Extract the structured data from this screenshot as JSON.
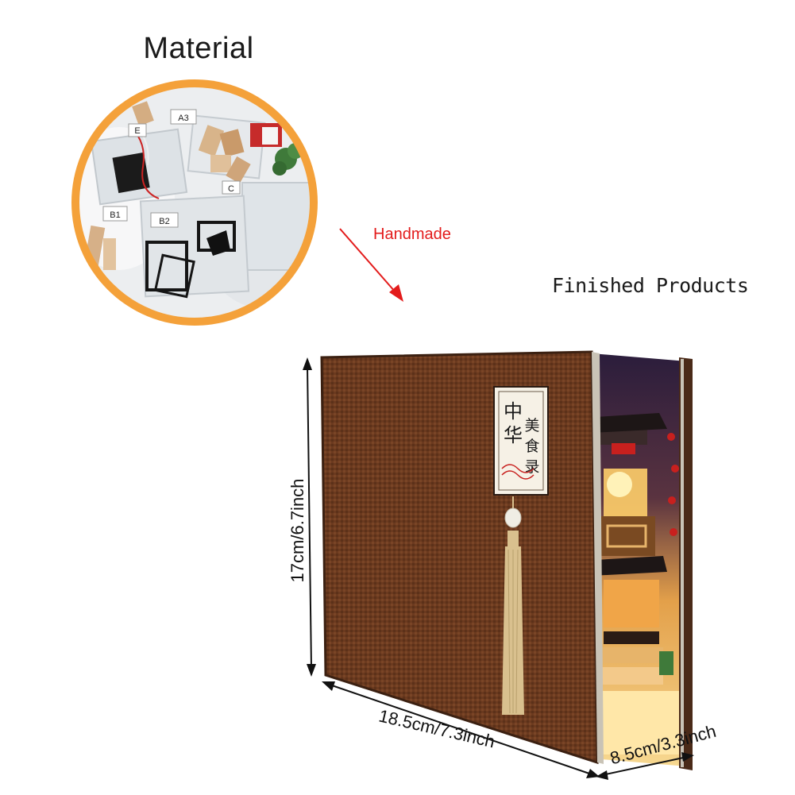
{
  "labels": {
    "material": "Material",
    "handmade": "Handmade",
    "finished": "Finished Products"
  },
  "dimensions": {
    "height": "17cm/6.7inch",
    "width": "18.5cm/7.3inch",
    "depth": "8.5cm/3.3inch"
  },
  "bag_tags": [
    "A3",
    "E",
    "B1",
    "B2",
    "C"
  ],
  "book_cover": {
    "plaque_chars": [
      "中",
      "华",
      "美",
      "食",
      "录"
    ]
  },
  "colors": {
    "circle_ring": "#f4a13a",
    "arrow": "#e31b1b",
    "cover": "#6b3a1f",
    "tassel": "#d9c08e"
  },
  "icons": {
    "handmade_arrow": "arrow-down-right-icon",
    "dimension_arrows": "double-arrow-icon"
  }
}
